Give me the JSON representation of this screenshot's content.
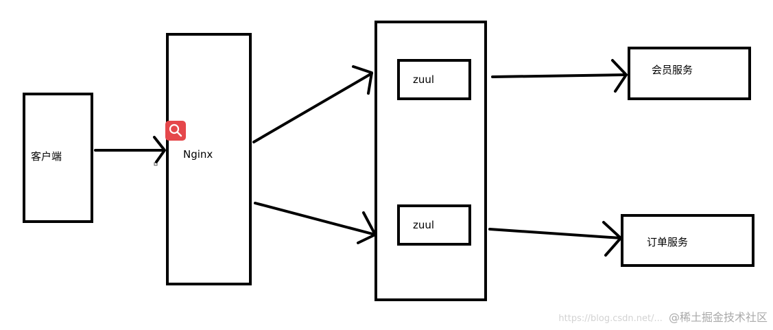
{
  "nodes": {
    "client": "客户端",
    "nginx": "Nginx",
    "zuul_top": "zuul",
    "zuul_bottom": "zuul",
    "member_service": "会员服务",
    "order_service": "订单服务"
  },
  "watermark": {
    "faint_url": "https://blog.csdn.net/...",
    "text": "@稀土掘金技术社区"
  },
  "colors": {
    "stroke": "#000000",
    "search_badge": "#e5474b"
  },
  "icons": {
    "search_badge": "search-icon"
  }
}
